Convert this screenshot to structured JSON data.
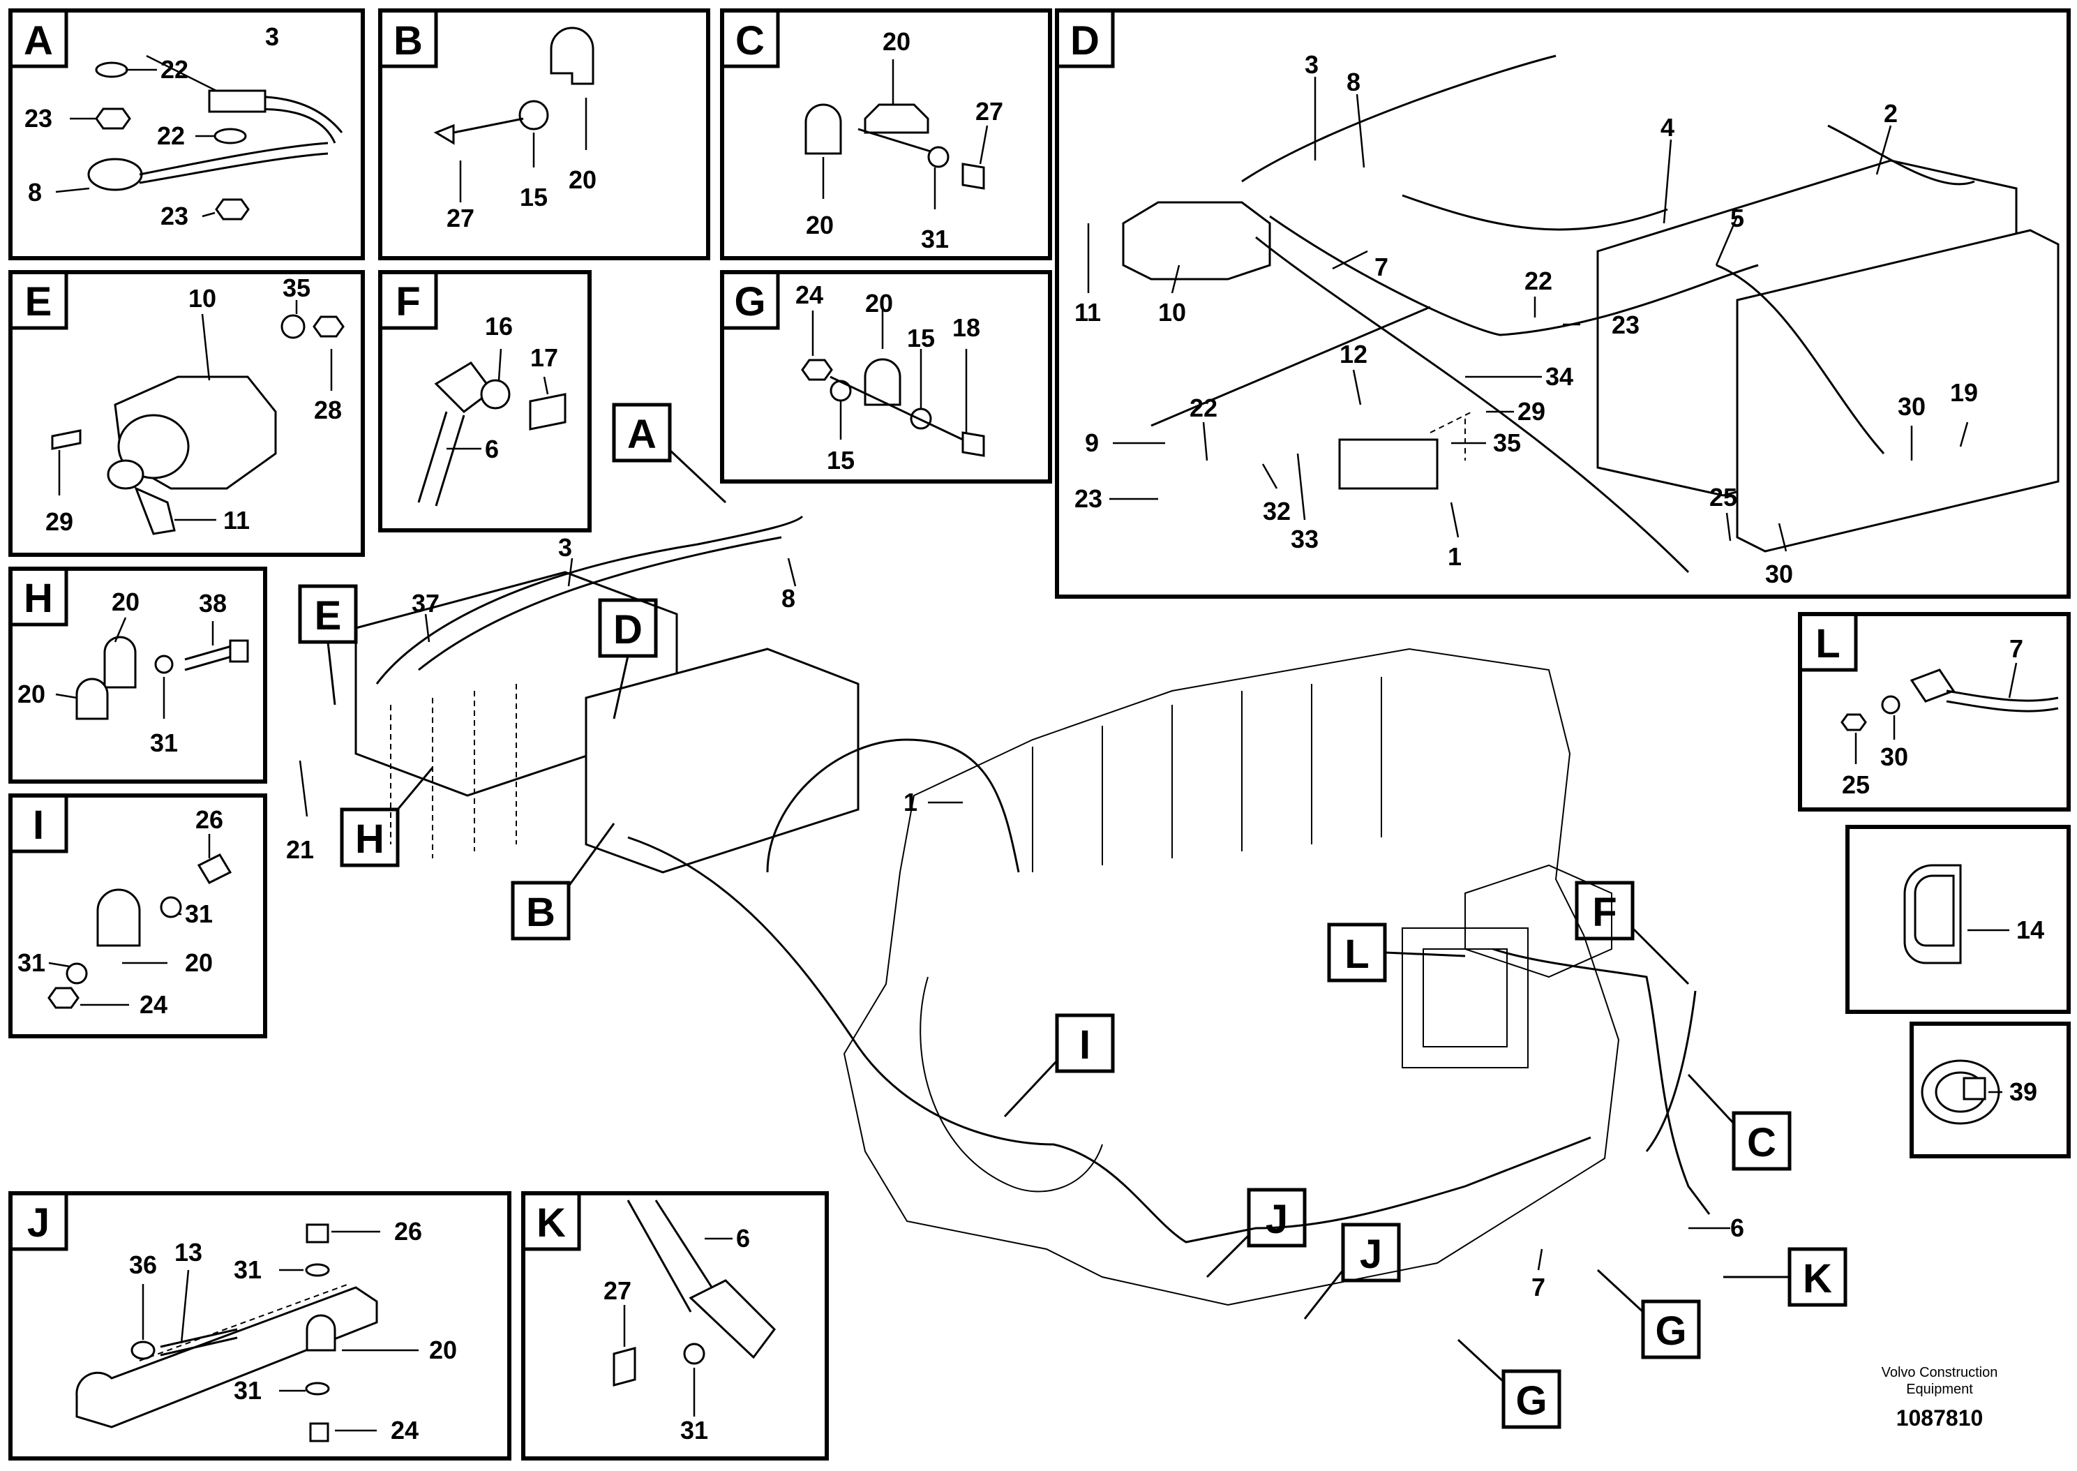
{
  "footer": {
    "brand_line1": "Volvo Construction",
    "brand_line2": "Equipment",
    "doc_number": "1087810"
  },
  "panels": {
    "A": {
      "letter": "A",
      "labels": [
        "22",
        "3",
        "23",
        "22",
        "8",
        "23"
      ]
    },
    "B": {
      "letter": "B",
      "labels": [
        "27",
        "15",
        "20"
      ]
    },
    "C": {
      "letter": "C",
      "labels": [
        "20",
        "27",
        "20",
        "31"
      ]
    },
    "D": {
      "letter": "D",
      "labels": [
        "3",
        "8",
        "4",
        "2",
        "11",
        "10",
        "7",
        "5",
        "22",
        "23",
        "12",
        "34",
        "29",
        "9",
        "22",
        "35",
        "23",
        "32",
        "33",
        "1",
        "30",
        "19",
        "25",
        "30"
      ]
    },
    "E": {
      "letter": "E",
      "labels": [
        "10",
        "35",
        "28",
        "29",
        "11"
      ]
    },
    "F": {
      "letter": "F",
      "labels": [
        "16",
        "17",
        "6"
      ]
    },
    "G": {
      "letter": "G",
      "labels": [
        "24",
        "20",
        "15",
        "18",
        "15"
      ]
    },
    "H": {
      "letter": "H",
      "labels": [
        "20",
        "38",
        "20",
        "31"
      ]
    },
    "I": {
      "letter": "I",
      "labels": [
        "26",
        "31",
        "31",
        "20",
        "24"
      ]
    },
    "J": {
      "letter": "J",
      "labels": [
        "36",
        "13",
        "26",
        "31",
        "20",
        "31",
        "24"
      ]
    },
    "K": {
      "letter": "K",
      "labels": [
        "6",
        "27",
        "31"
      ]
    },
    "L": {
      "letter": "L",
      "labels": [
        "7",
        "30",
        "25"
      ]
    },
    "P14": {
      "labels": [
        "14"
      ]
    },
    "P39": {
      "labels": [
        "39"
      ]
    }
  },
  "main": {
    "callouts": [
      "A",
      "D",
      "E",
      "H",
      "B",
      "F",
      "L",
      "I",
      "C",
      "J",
      "J",
      "K",
      "G",
      "G"
    ],
    "labels": [
      "3",
      "8",
      "37",
      "1",
      "21",
      "6",
      "7"
    ]
  }
}
